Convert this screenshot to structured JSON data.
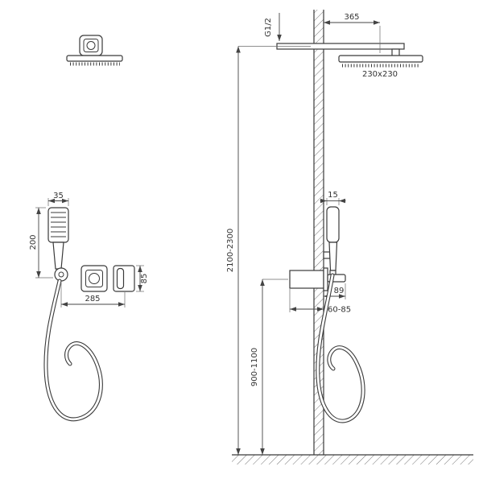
{
  "front_view": {
    "handshower_width_mm": "35",
    "handshower_length_mm": "200",
    "mixer_height_mm": "85",
    "spacing_mm": "285"
  },
  "side_view": {
    "arm_length_mm": "365",
    "thread_label": "G1/2",
    "head_size_mm": "230x230",
    "installation_height_mm": "2100-2300",
    "handshower_offset_mm": "15",
    "handle_projection_mm": "89",
    "recess_depth_mm": "60-85",
    "mixer_height_from_floor_mm": "900-1100"
  },
  "colors": {
    "line": "#3a3a3a",
    "dimension": "#444444",
    "background": "#ffffff"
  }
}
